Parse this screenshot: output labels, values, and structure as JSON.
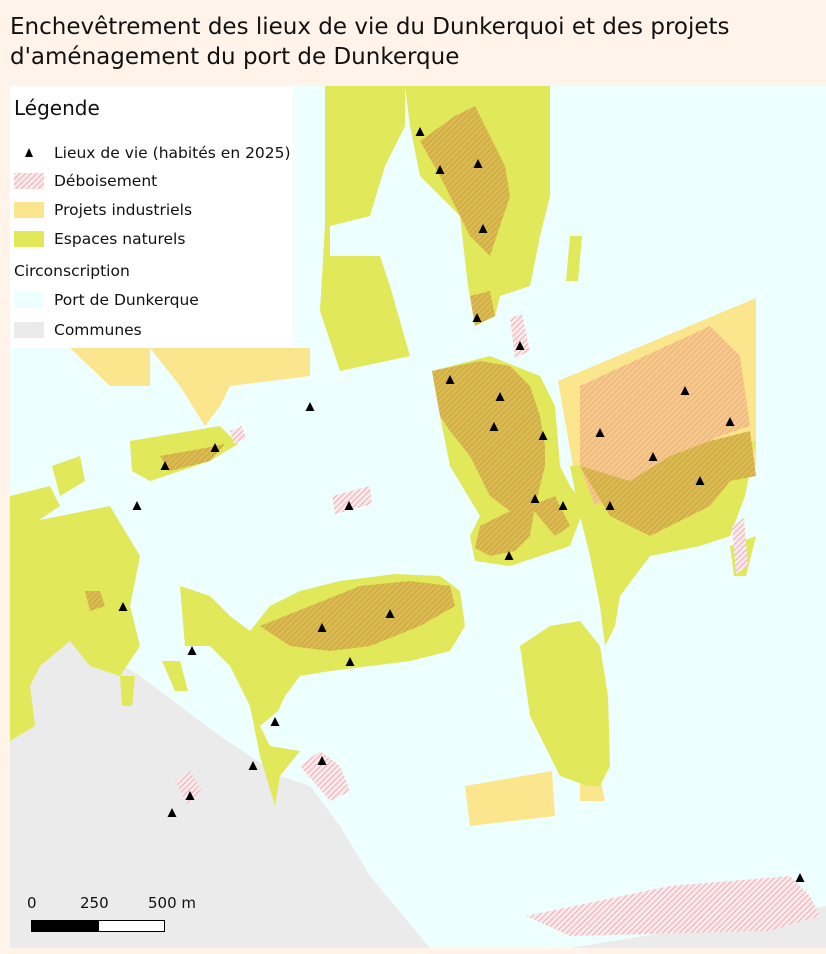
{
  "title": "Enchevêtrement des lieux de vie du Dunkerquoi et des projets d'aménagement du port de Dunkerque",
  "legend": {
    "title": "Légende",
    "items": [
      {
        "label": "Lieux de vie (habités en 2025)",
        "icon": "triangle-icon"
      },
      {
        "label": "Déboisement",
        "color": "#e8b3b3"
      },
      {
        "label": "Projets industriels",
        "color": "#fbe58d"
      },
      {
        "label": "Espaces naturels",
        "color": "#e1e85a"
      }
    ],
    "section_title": "Circonscription",
    "section_items": [
      {
        "label": "Port de Dunkerque",
        "color": "#eeffff"
      },
      {
        "label": "Communes",
        "color": "#ebebeb"
      }
    ]
  },
  "scalebar": {
    "labels": [
      "0",
      "250",
      "500 m"
    ]
  },
  "colors": {
    "page_background": "#fff3ea",
    "port": "#eeffff",
    "communes": "#ebebeb",
    "natural": "#e1e85a",
    "industrial": "#fbe58d",
    "overlap": "#d8b54a",
    "deforestation": "#e8b3b3"
  }
}
